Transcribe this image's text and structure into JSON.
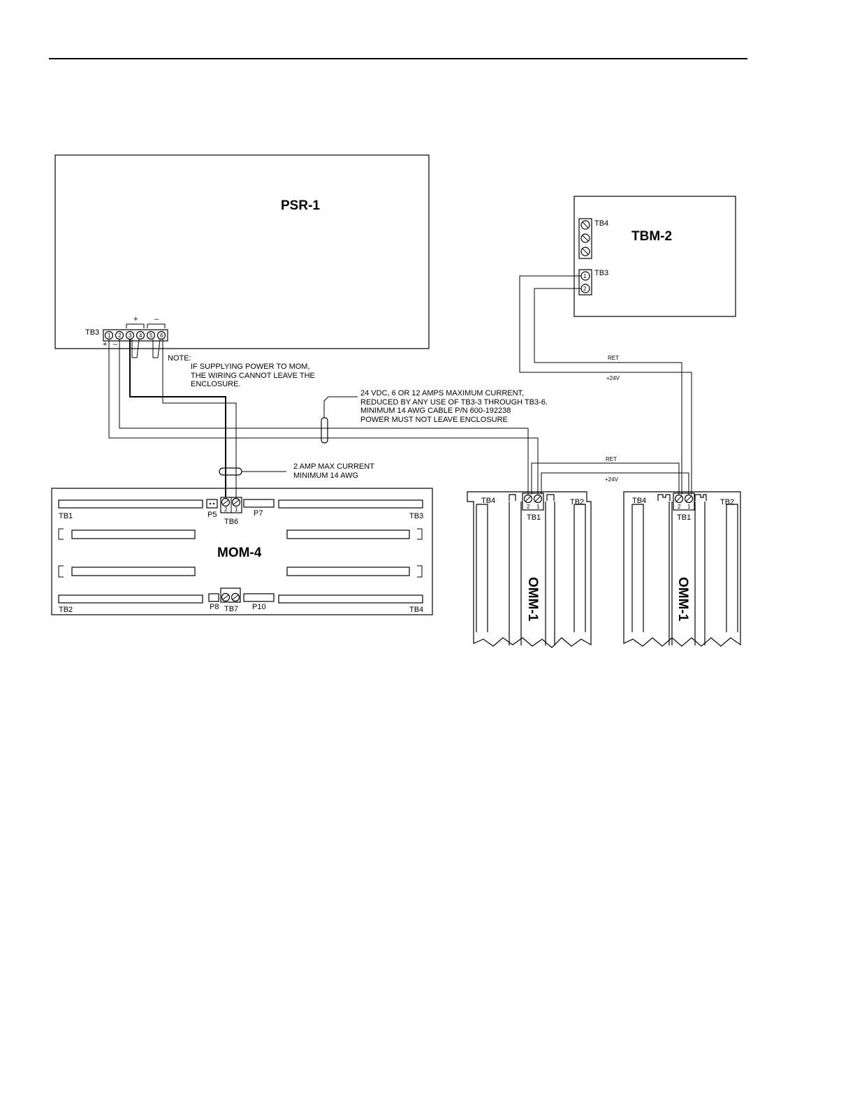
{
  "psr": {
    "title": "PSR-1",
    "tb_label": "TB3",
    "terminals": [
      "1",
      "2",
      "3",
      "4",
      "5",
      "6"
    ],
    "plus": "+",
    "minus": "–"
  },
  "tbm": {
    "title": "TBM-2",
    "tb4_label": "TB4",
    "tb3_label": "TB3",
    "terminals": [
      "1",
      "2"
    ]
  },
  "mom": {
    "title": "MOM-4",
    "tb1": "TB1",
    "tb2": "TB2",
    "tb3": "TB3",
    "tb4": "TB4",
    "p5": "P5",
    "p7": "P7",
    "p8": "P8",
    "p10": "P10",
    "tb6": "TB6",
    "tb7": "TB7",
    "tb6_pins": [
      "2",
      "1"
    ]
  },
  "omm": [
    {
      "title": "OMM-1",
      "tb4": "TB4",
      "tb2": "TB2",
      "tb1": "TB1",
      "pins": [
        "2",
        "1"
      ]
    },
    {
      "title": "OMM-1",
      "tb4": "TB4",
      "tb2": "TB2",
      "tb1": "TB1",
      "pins": [
        "2",
        "1"
      ]
    }
  ],
  "notes": {
    "note_head": "NOTE:",
    "note_lines": [
      "IF SUPPLYING POWER TO MOM,",
      "THE WIRING CANNOT LEAVE THE",
      "ENCLOSURE."
    ],
    "cable_lines": [
      "24 VDC, 6 OR 12 AMPS MAXIMUM CURRENT,",
      "REDUCED BY ANY USE OF TB3-3 THROUGH TB3-6.",
      "MINIMUM 14 AWG CABLE P/N 600-192238",
      "POWER MUST NOT LEAVE ENCLOSURE"
    ],
    "mom_lines": [
      "2 AMP MAX CURRENT",
      "MINIMUM 14 AWG"
    ]
  },
  "wires": {
    "ret": "RET",
    "v24": "+24V"
  }
}
